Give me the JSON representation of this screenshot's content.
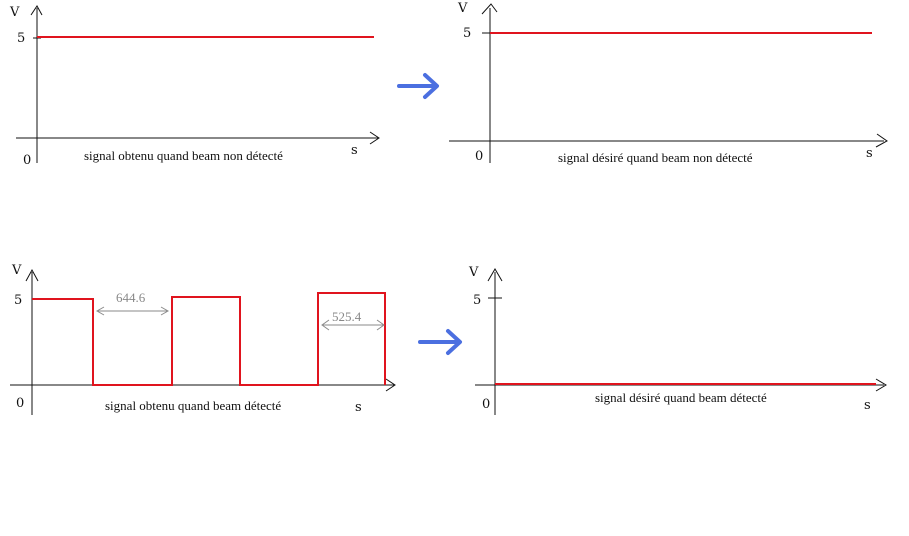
{
  "colors": {
    "signal": "#e0141e",
    "axis": "#111111",
    "arrow": "#4b6fe0",
    "measure": "#8a8a8a"
  },
  "panels": [
    {
      "id": "top-left",
      "caption": "signal obtenu quand beam non détecté",
      "y_label": "V",
      "x_label": "s",
      "origin_label": "0",
      "level_label": "5",
      "signal_level": 5
    },
    {
      "id": "top-right",
      "caption": "signal désiré quand beam non détecté",
      "y_label": "V",
      "x_label": "s",
      "origin_label": "0",
      "level_label": "5",
      "signal_level": 5
    },
    {
      "id": "bottom-left",
      "caption": "signal obtenu quand beam détecté",
      "y_label": "V",
      "x_label": "s",
      "origin_label": "0",
      "level_label": "5",
      "signal_level": 5,
      "measures": {
        "low_gap": "644.6",
        "high_width": "525.4"
      }
    },
    {
      "id": "bottom-right",
      "caption": "signal désiré quand beam détecté",
      "y_label": "V",
      "x_label": "s",
      "origin_label": "0",
      "level_label": "5",
      "signal_level": 0
    }
  ],
  "transform_arrows": [
    "right-arrow-icon",
    "right-arrow-icon"
  ]
}
